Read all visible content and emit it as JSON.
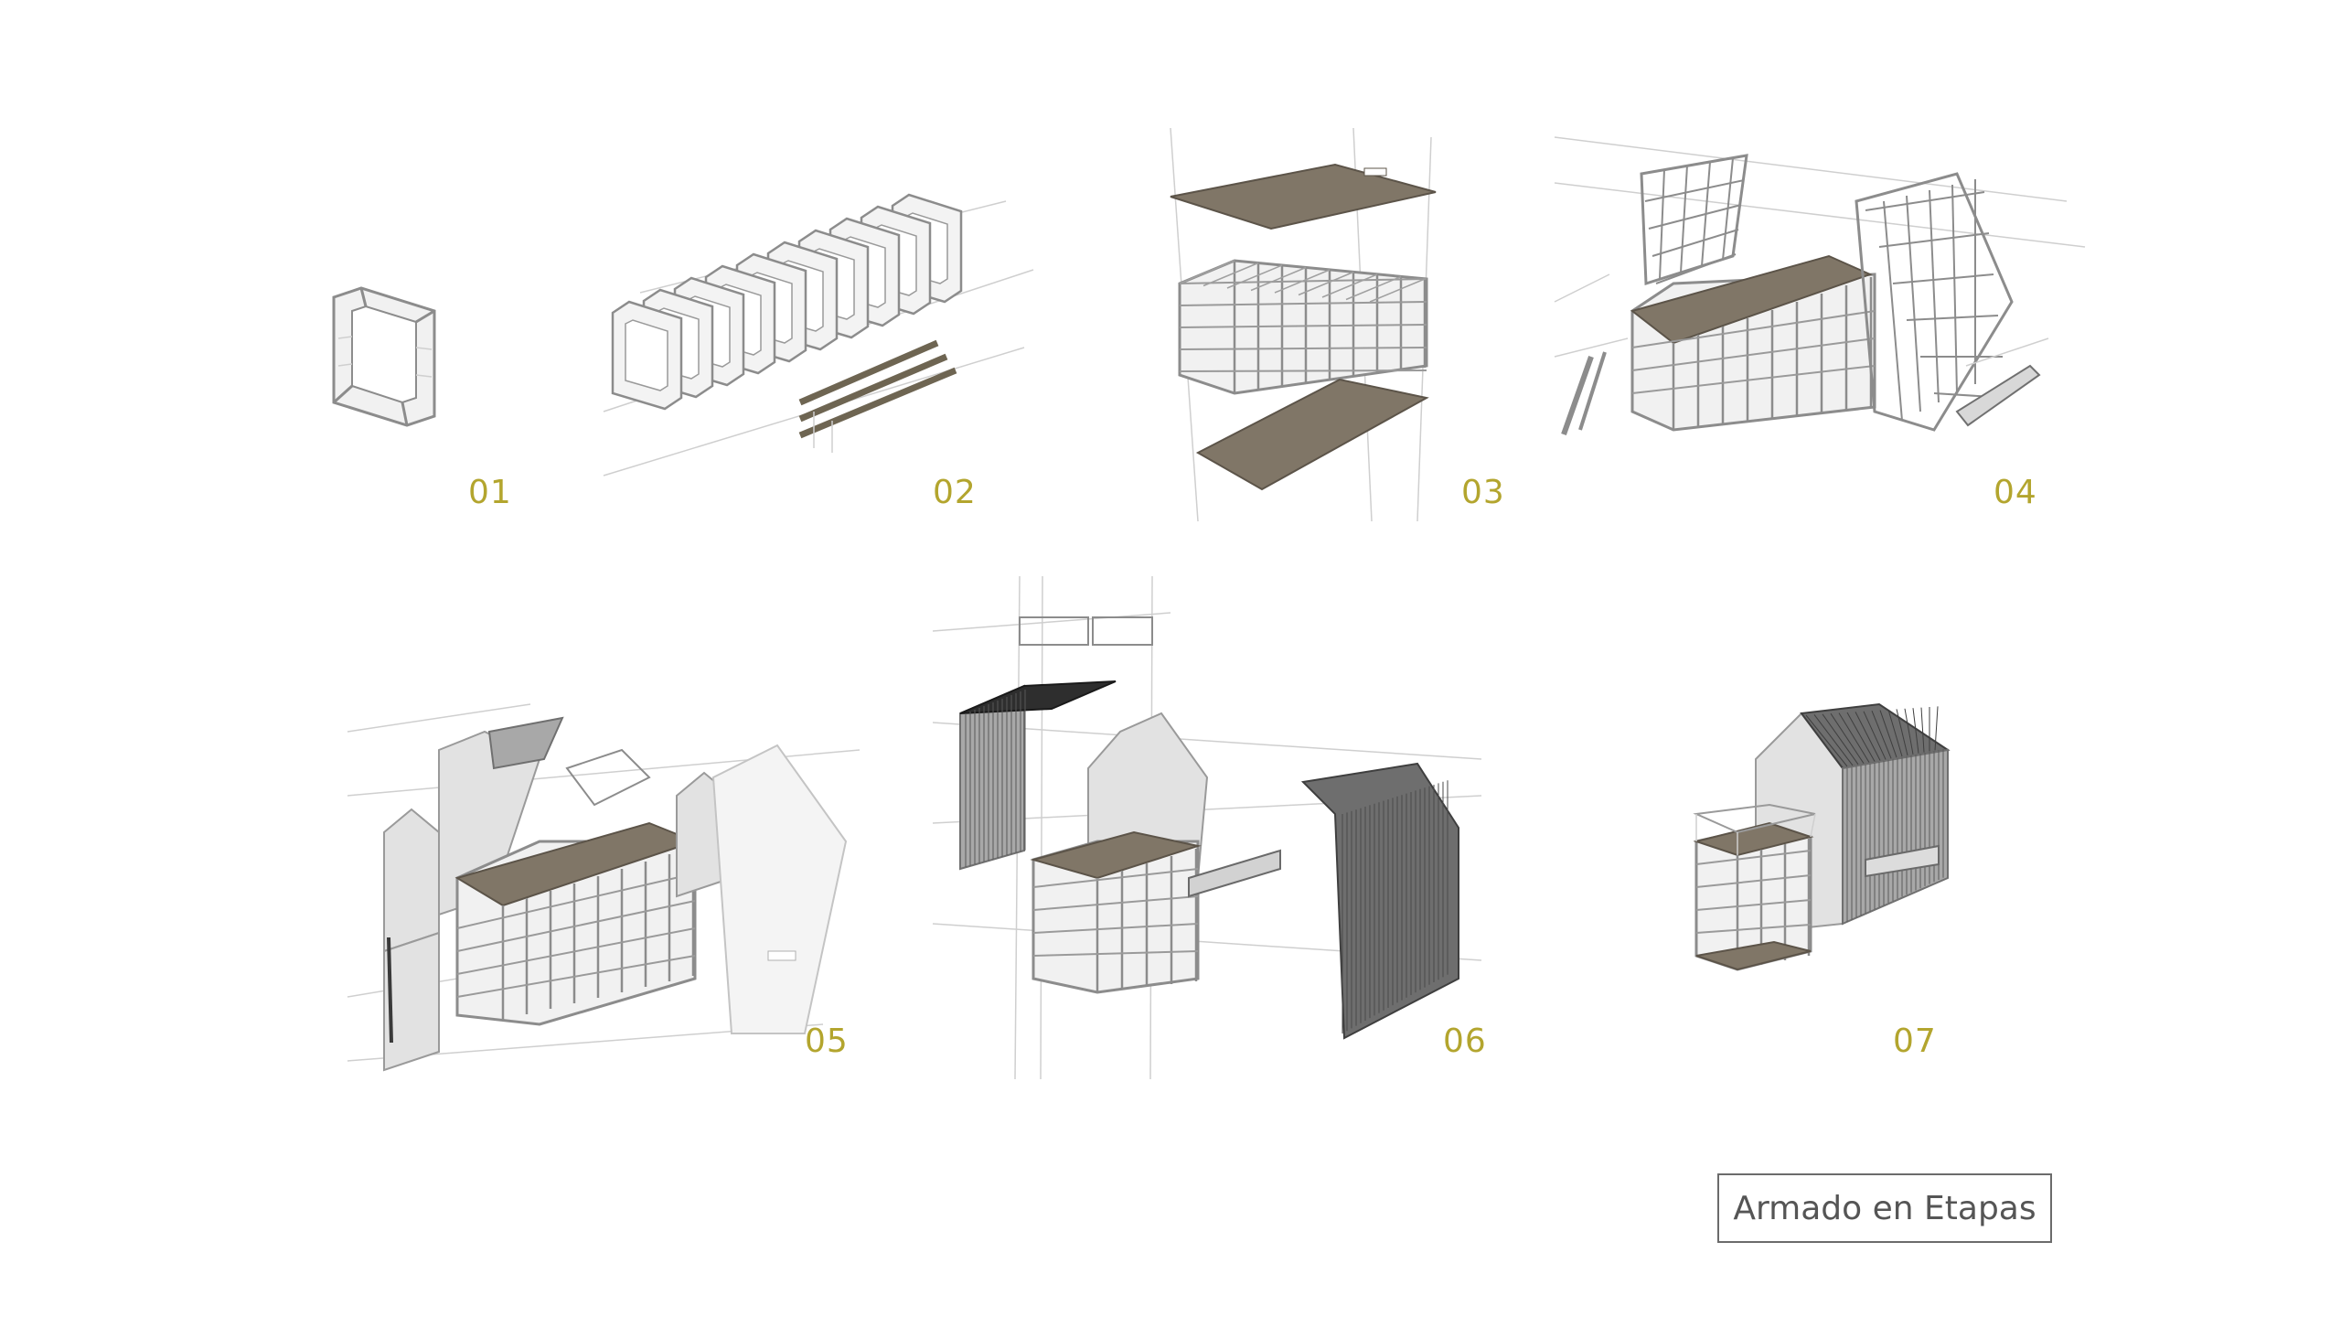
{
  "stages": [
    {
      "label": "01"
    },
    {
      "label": "02"
    },
    {
      "label": "03"
    },
    {
      "label": "04"
    },
    {
      "label": "05"
    },
    {
      "label": "06"
    },
    {
      "label": "07"
    }
  ],
  "title": "Armado en Etapas",
  "colors": {
    "stage_number": "#b3a52e",
    "deck": "#807667",
    "frame": "#8c8c8c",
    "cladding_dark": "#6e6e6e",
    "title_border": "#6b6b6b",
    "title_text": "#555555"
  }
}
